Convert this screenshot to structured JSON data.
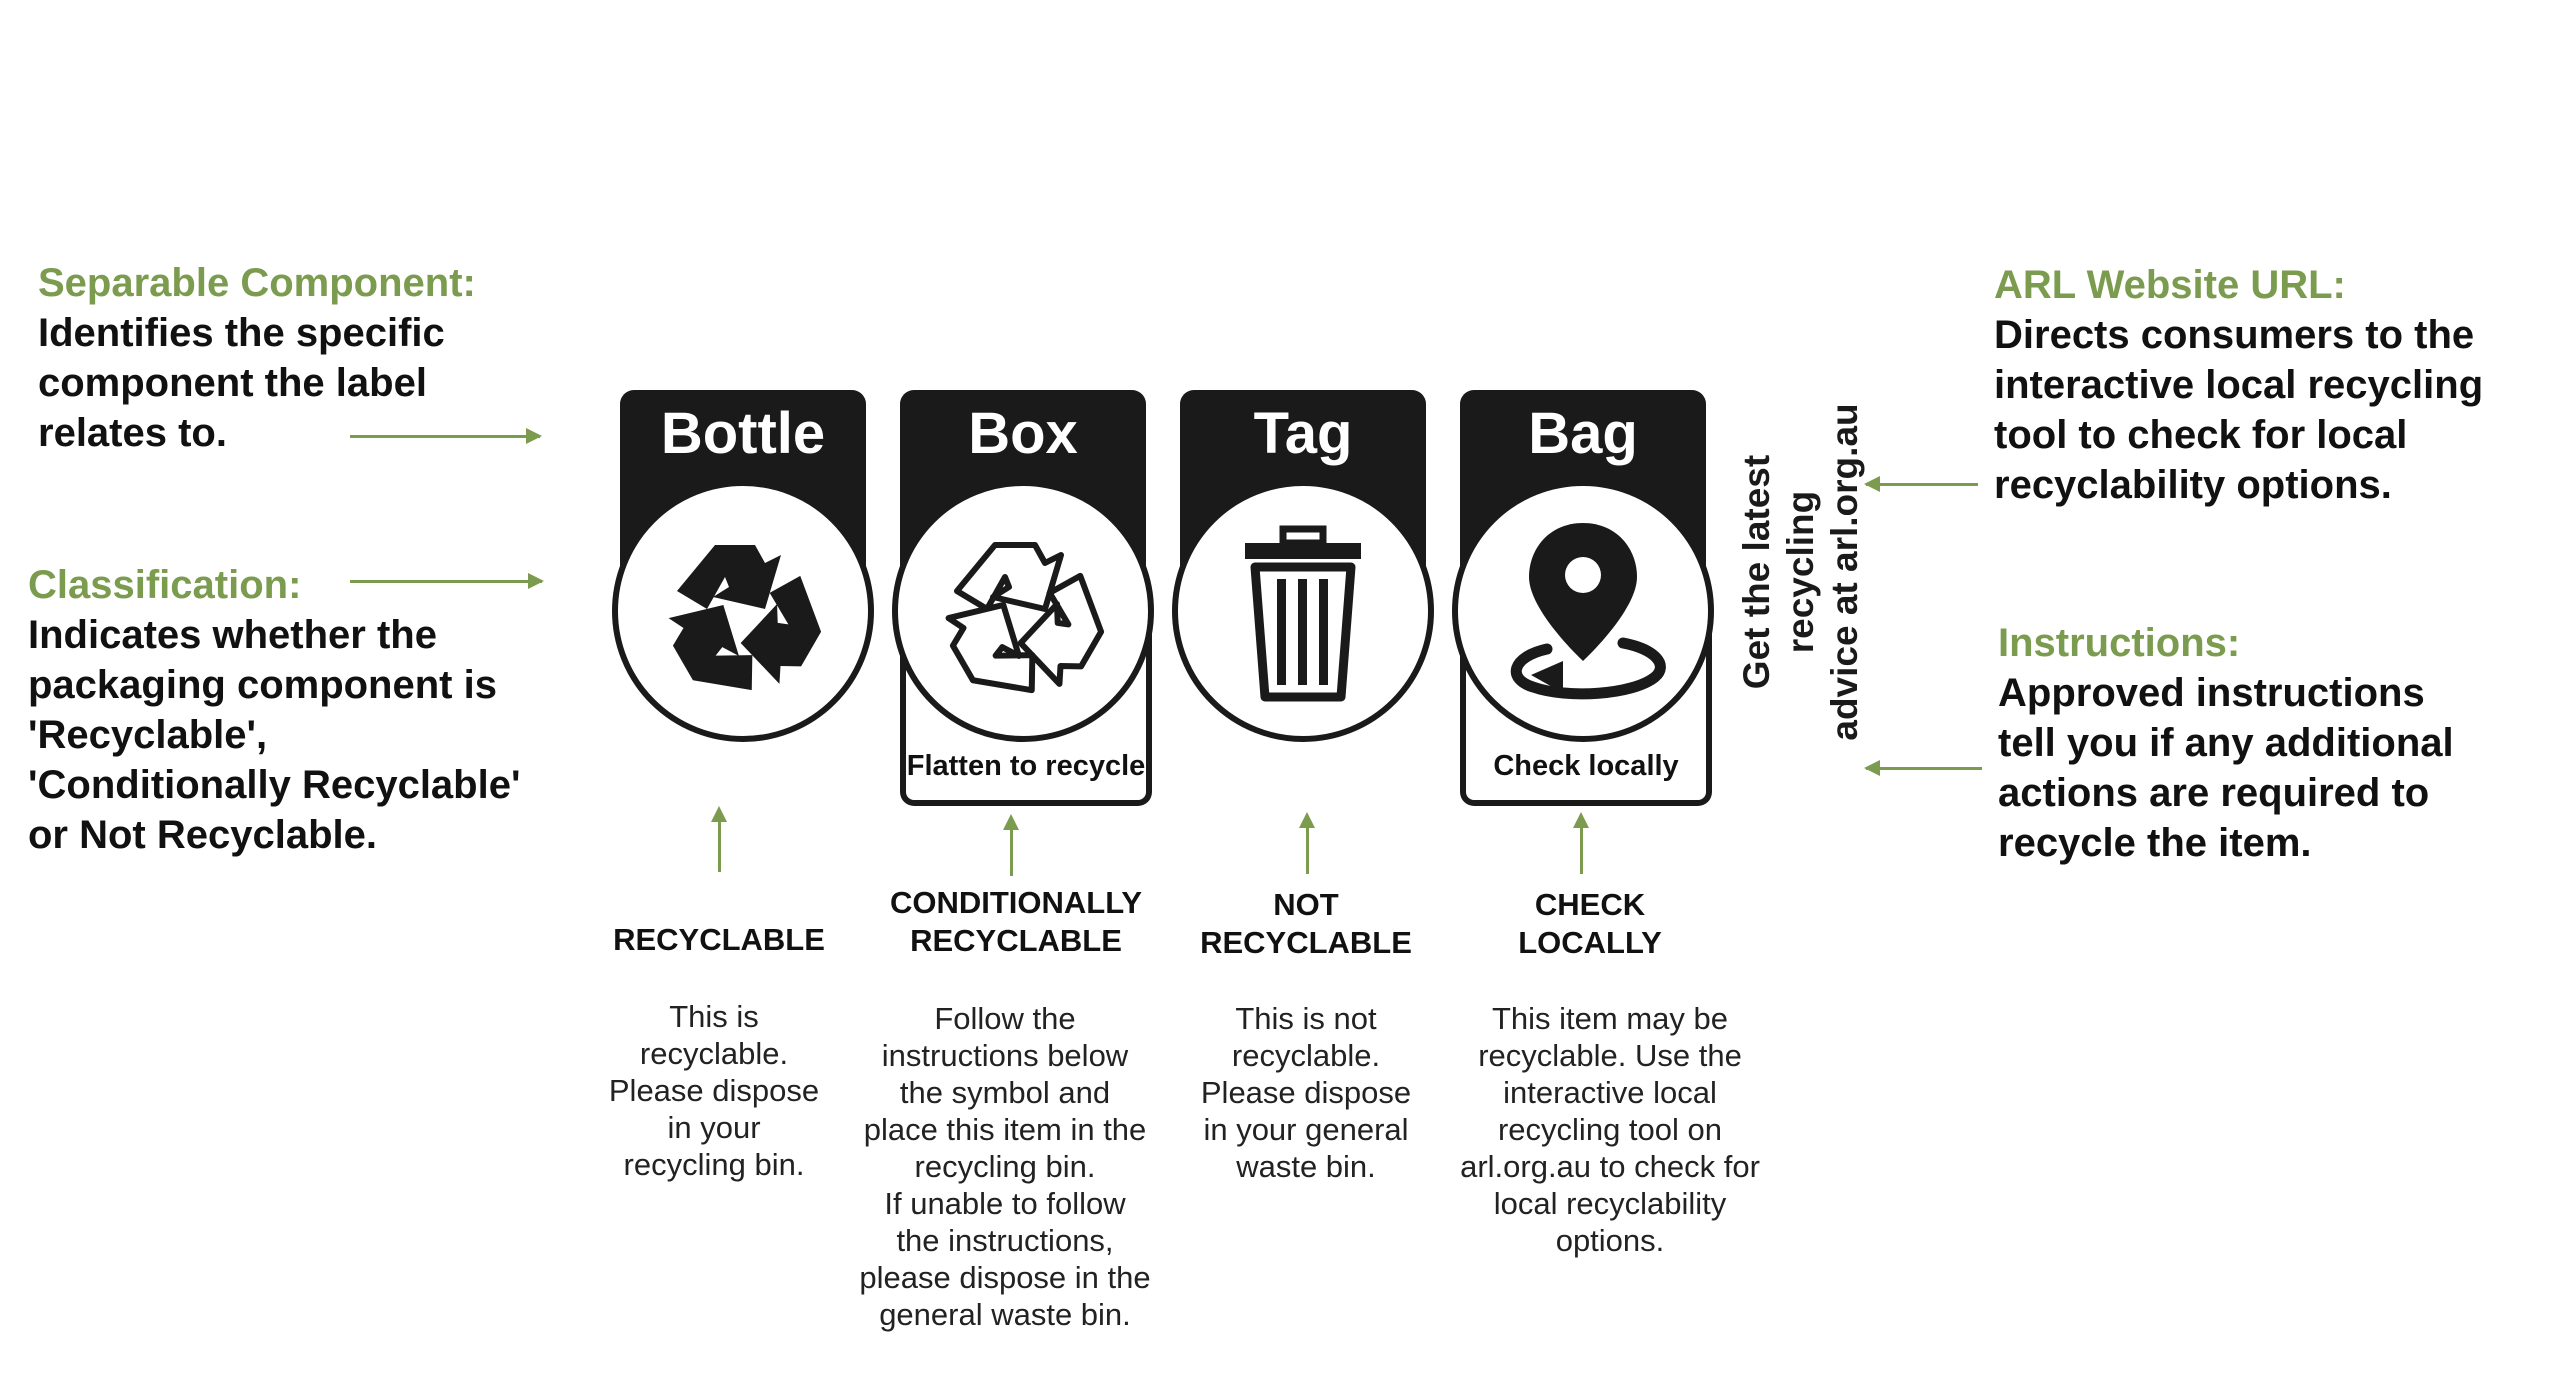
{
  "annotations": {
    "separable": {
      "title": "Separable Component:",
      "body": "Identifies the specific\ncomponent the label\nrelates to."
    },
    "classification": {
      "title": "Classification:",
      "body": "Indicates whether the\npackaging component is\n'Recyclable',\n'Conditionally Recyclable'\nor Not Recyclable."
    },
    "url": {
      "title": "ARL Website URL:",
      "body": "Directs consumers to the\ninteractive local recycling\ntool to check for local\nrecyclability options."
    },
    "instructions": {
      "title": "Instructions:",
      "body": "Approved instructions\ntell you if any additional\nactions are required to\nrecycle the item."
    }
  },
  "labels": [
    {
      "component": "Bottle",
      "icon": "recycle-solid-icon",
      "instruction": ""
    },
    {
      "component": "Box",
      "icon": "recycle-outline-icon",
      "instruction": "Flatten to recycle"
    },
    {
      "component": "Tag",
      "icon": "trash-bin-icon",
      "instruction": ""
    },
    {
      "component": "Bag",
      "icon": "location-pin-icon",
      "instruction": "Check locally"
    }
  ],
  "url_text": {
    "line1": "Get the latest recycling",
    "line2": "advice at arl.org.au"
  },
  "classifications": [
    {
      "label": "RECYCLABLE",
      "description": "This is\nrecyclable.\nPlease dispose\nin your\nrecycling bin."
    },
    {
      "label": "CONDITIONALLY\nRECYCLABLE",
      "description": "Follow the\ninstructions below\nthe symbol and\nplace this item in the\nrecycling bin.\nIf unable to follow\nthe instructions,\nplease dispose in the\ngeneral waste bin."
    },
    {
      "label": "NOT\nRECYCLABLE",
      "description": "This is not\nrecyclable.\nPlease dispose\nin your general\nwaste bin."
    },
    {
      "label": "CHECK\nLOCALLY",
      "description": "This item may be\nrecyclable. Use the\ninteractive local\nrecycling tool on\narl.org.au to check for\nlocal recyclability\noptions."
    }
  ],
  "colors": {
    "accent": "#7b9b4f",
    "dark": "#1a1a1a"
  }
}
